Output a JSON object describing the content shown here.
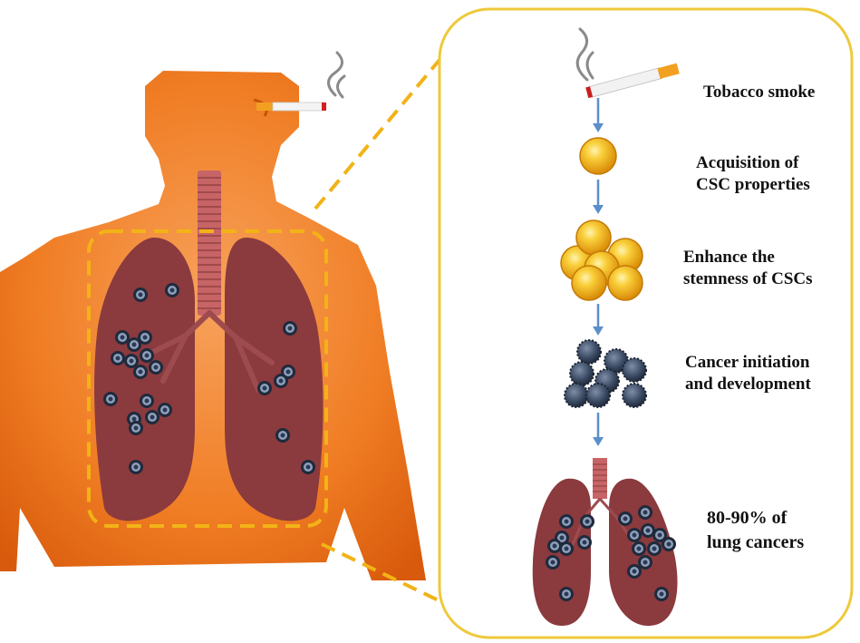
{
  "steps": [
    {
      "label": "Tobacco smoke"
    },
    {
      "label": "Acquisition of\nCSC properties"
    },
    {
      "label": "Enhance the\nstemness of CSCs"
    },
    {
      "label": "Cancer initiation\nand development"
    },
    {
      "label": "80-90% of\nlung cancers"
    }
  ],
  "colors": {
    "body": "#f07d24",
    "lung": "#8b3a3e",
    "trachea": "#c76466",
    "highlight": "#f2b317",
    "panel_border": "#eec93a",
    "arrow": "#5b8fc9",
    "stem_cell": "#f6b41a",
    "cancer_cell": "#2f3d52"
  },
  "icons": [
    "cigarette-icon",
    "smoke-icon",
    "stem-cell-icon",
    "stem-cell-cluster-icon",
    "cancer-cell-cluster-icon",
    "lungs-icon"
  ]
}
